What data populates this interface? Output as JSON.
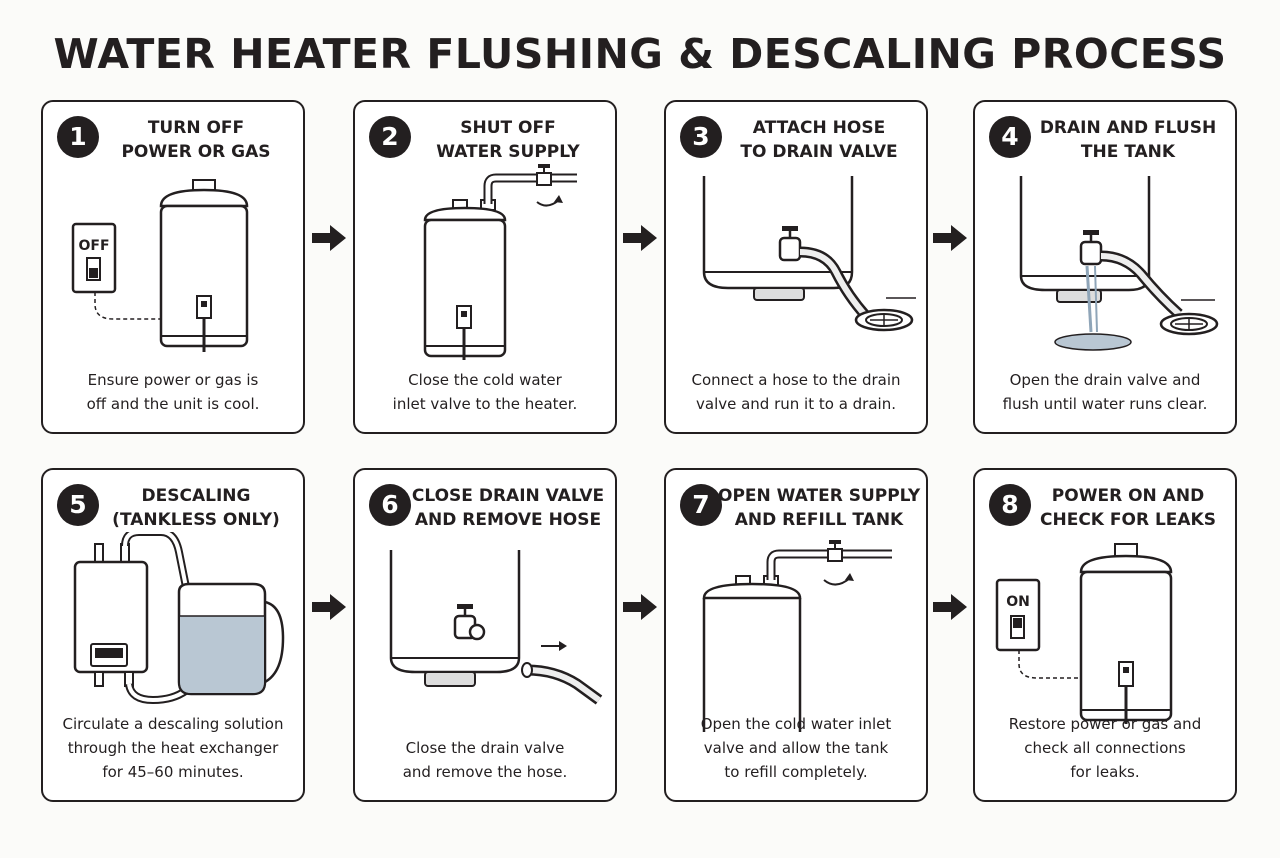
{
  "title": "WATER HEATER FLUSHING & DESCALING PROCESS",
  "steps": [
    {
      "number": "1",
      "heading": [
        "TURN OFF",
        "POWER OR GAS"
      ],
      "switch_label": "OFF",
      "description": [
        "Ensure power or gas is",
        "off and the unit is cool."
      ]
    },
    {
      "number": "2",
      "heading": [
        "SHUT OFF",
        "WATER SUPPLY"
      ],
      "description": [
        "Close the cold water",
        "inlet valve to the heater."
      ]
    },
    {
      "number": "3",
      "heading": [
        "ATTACH HOSE",
        "TO DRAIN VALVE"
      ],
      "description": [
        "Connect a hose to the drain",
        "valve and run it to a drain."
      ]
    },
    {
      "number": "4",
      "heading": [
        "DRAIN AND FLUSH",
        "THE TANK"
      ],
      "description": [
        "Open the drain valve and",
        "flush until water runs clear."
      ]
    },
    {
      "number": "5",
      "heading": [
        "DESCALING",
        "(TANKLESS ONLY)"
      ],
      "description": [
        "Circulate a descaling solution",
        "through the heat exchanger",
        "for 45–60 minutes."
      ]
    },
    {
      "number": "6",
      "heading": [
        "CLOSE DRAIN VALVE",
        "AND REMOVE HOSE"
      ],
      "description": [
        "Close the drain valve",
        "and remove the hose."
      ]
    },
    {
      "number": "7",
      "heading": [
        "OPEN WATER SUPPLY",
        "AND REFILL TANK"
      ],
      "description": [
        "Open the cold water inlet",
        "valve and allow the tank",
        "to refill completely."
      ]
    },
    {
      "number": "8",
      "heading": [
        "POWER ON AND",
        "CHECK FOR LEAKS"
      ],
      "switch_label": "ON",
      "description": [
        "Restore power or gas and",
        "check all connections",
        "for leaks."
      ]
    }
  ],
  "colors": {
    "ink": "#231f20",
    "water": "#b9c7d3",
    "paper": "#ffffff",
    "background": "#fbfbf9"
  },
  "icons": [
    "arrow-right-icon",
    "power-switch-icon",
    "water-heater-icon",
    "valve-icon",
    "hose-icon",
    "floor-drain-icon",
    "tankless-heater-icon",
    "descaling-bucket-icon"
  ]
}
